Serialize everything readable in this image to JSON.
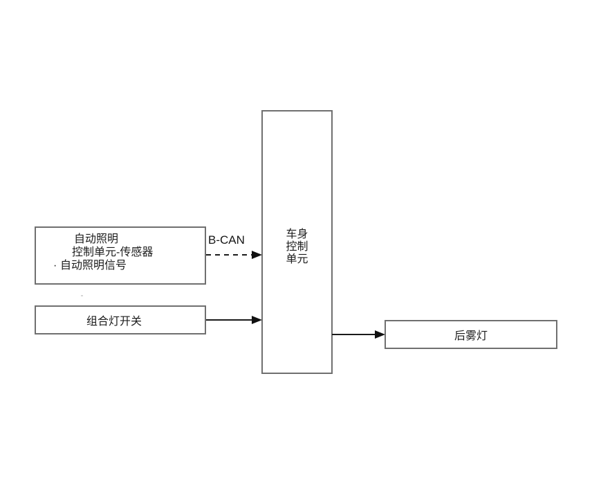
{
  "diagram": {
    "title_hint": "rear fog light control block diagram",
    "colors": {
      "background": "#ffffff",
      "box_border": "#6f6f6f",
      "arrow": "#1a1a1a",
      "text": "#1c1c1c"
    },
    "nodes": {
      "auto_lighting_unit": {
        "line1": "自动照明",
        "line2": "控制单元-传感器",
        "bullet": "·",
        "line3": "自动照明信号"
      },
      "combination_light_switch": {
        "label": "组合灯开关"
      },
      "body_control_unit": {
        "line1": "车身",
        "line2": "控制",
        "line3": "单元"
      },
      "rear_fog_light": {
        "label": "后雾灯"
      }
    },
    "connections": {
      "bcan_label": "B-CAN",
      "bcan_style": "dashed-arrow",
      "switch_style": "solid-arrow",
      "fog_style": "solid-arrow"
    }
  }
}
